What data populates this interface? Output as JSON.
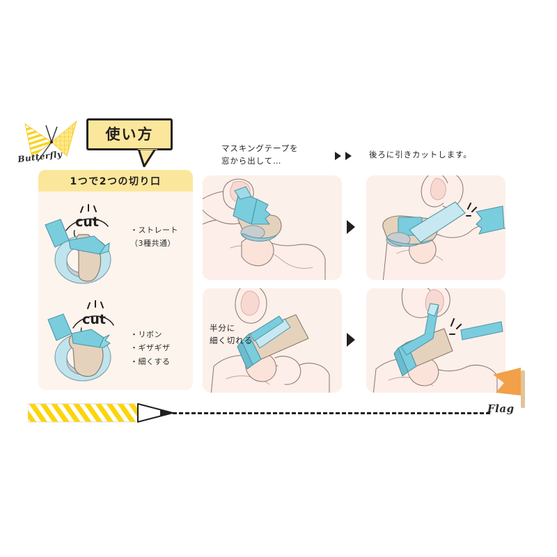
{
  "brand": {
    "logo_icon": "butterfly-icon",
    "name": "Butterfly"
  },
  "howto": {
    "bubble_label": "使い方"
  },
  "feature_card": {
    "header": "1つで2つの切り口",
    "rows": [
      {
        "cut_label": "cut",
        "art_icon": "tape-roll-cutter-straight-icon",
        "bullets": [
          "・ストレート",
          "（3種共通）"
        ]
      },
      {
        "cut_label": "cut",
        "art_icon": "tape-roll-cutter-ribbon-icon",
        "bullets": [
          "・リボン",
          "・ギザギザ",
          "・細くする"
        ]
      }
    ]
  },
  "steps": {
    "caption_1": [
      "マスキングテープを",
      "窓から出して…"
    ],
    "caption_2": [
      "後ろに引きカットします。"
    ],
    "arrow_pair_icon": "double-triangle-right-icon",
    "panels": [
      {
        "name": "panel-pull-tape",
        "art_icon": "hand-pulling-tape-icon",
        "label": ""
      },
      {
        "name": "panel-cut-tape",
        "art_icon": "hand-cutting-tape-icon",
        "label": ""
      },
      {
        "name": "panel-thin-cut",
        "art_icon": "hand-thin-cut-icon",
        "label": "半分に\n細く切れる"
      },
      {
        "name": "panel-thin-result",
        "art_icon": "hand-thin-result-icon",
        "label": ""
      }
    ],
    "panel_3_label_lines": [
      "半分に",
      "細く切れる"
    ],
    "step_arrow_icon": "triangle-right-icon"
  },
  "footer": {
    "pencil_icon": "striped-pencil-icon",
    "rule_style": "dashed",
    "flag_icon": "orange-flag-icon",
    "flag_name": "Flag"
  },
  "colors": {
    "page_background": "#ffffff",
    "accent_yellow": "#fbe79b",
    "card_cream": "#fcf4ed",
    "panel_cream": "#fcf0ea",
    "tape_blue": "#79cddd",
    "tape_blue_light": "#c7e8f0",
    "cutter_tan": "#e0cdb8",
    "skin": "#fae0d8",
    "skin_light": "#fdeee9",
    "ink": "#231f20",
    "flag_orange": "#f2a04a",
    "pencil_yellow": "#fcd50b",
    "outline_gray": "#7a6f68"
  }
}
